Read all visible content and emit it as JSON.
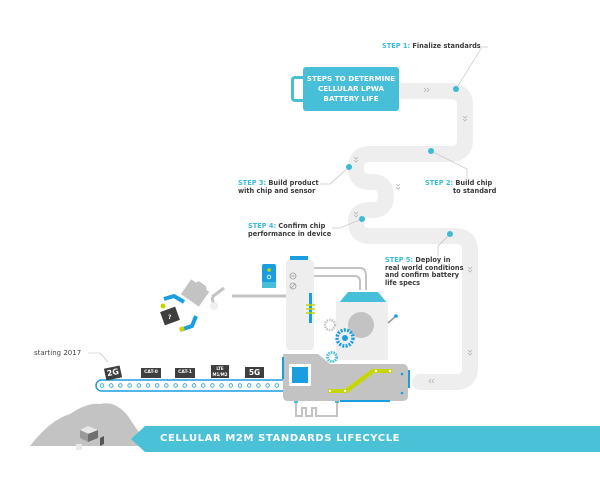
{
  "title_box": {
    "lines": [
      "STEPS TO DETERMINE",
      "CELLULAR LPWA",
      "BATTERY LIFE"
    ]
  },
  "steps": [
    {
      "label": "STEP 1:",
      "text_lines": [
        "Finalize standards"
      ]
    },
    {
      "label": "STEP 2:",
      "text_lines": [
        "Build chip",
        "to standard"
      ]
    },
    {
      "label": "STEP 3:",
      "text_lines": [
        "Build product",
        "with chip and sensor"
      ]
    },
    {
      "label": "STEP 4:",
      "text_lines": [
        "Confirm chip",
        "performance in device"
      ]
    },
    {
      "label": "STEP 5:",
      "text_lines": [
        "Deploy in",
        "real world conditions",
        "and confirm battery",
        "life specs"
      ]
    }
  ],
  "conveyor": {
    "start_label": "starting 2017",
    "chips": [
      "2G",
      "CAT-0",
      "CAT-1",
      "LTE M1/M2",
      "5G"
    ]
  },
  "band": {
    "title": "CELLULAR M2M STANDARDS LIFECYCLE"
  },
  "colors": {
    "accent": "#47bfd8",
    "blue": "#1b9ee0",
    "path": "#eeeeee",
    "machine_gray": "#c3c3c3",
    "lime": "#c6d700",
    "dark_chip": "#3e3e3e"
  }
}
